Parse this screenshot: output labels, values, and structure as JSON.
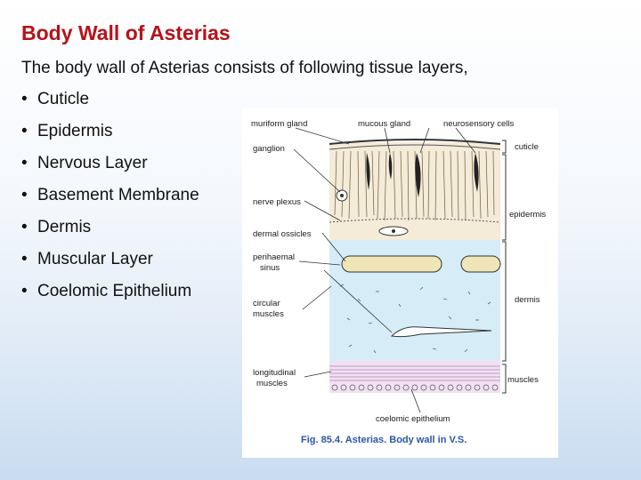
{
  "slide": {
    "title": "Body Wall of Asterias",
    "intro": "The body wall of Asterias consists of following tissue layers,",
    "bullet_glyph": "•",
    "layers": [
      "Cuticle",
      "Epidermis",
      "Nervous Layer",
      "Basement Membrane",
      "Dermis",
      "Muscular Layer",
      "Coelomic Epithelium"
    ]
  },
  "figure": {
    "labels": {
      "muriform_gland": "muriform gland",
      "mucous_gland": "mucous gland",
      "neurosensory_cells": "neurosensory cells",
      "ganglion": "ganglion",
      "cuticle": "cuticle",
      "nerve_plexus": "nerve plexus",
      "epidermis": "epidermis",
      "dermal_ossicles": "dermal ossicles",
      "perihaemal_1": "perihaemal",
      "perihaemal_2": "sinus",
      "circular_1": "circular",
      "circular_2": "muscles",
      "dermis": "dermis",
      "longitudinal_1": "longitudinal",
      "longitudinal_2": "muscles",
      "muscles": "muscles",
      "coelomic_epithelium": "coelomic epithelium"
    },
    "caption": "Fig. 85.4. Asterias. Body wall in V.S.",
    "colors": {
      "epidermis": "#f4ecd8",
      "dermis": "#d6edf7",
      "muscle": "#f1e1f2",
      "ossicle": "#efe5b6"
    }
  }
}
